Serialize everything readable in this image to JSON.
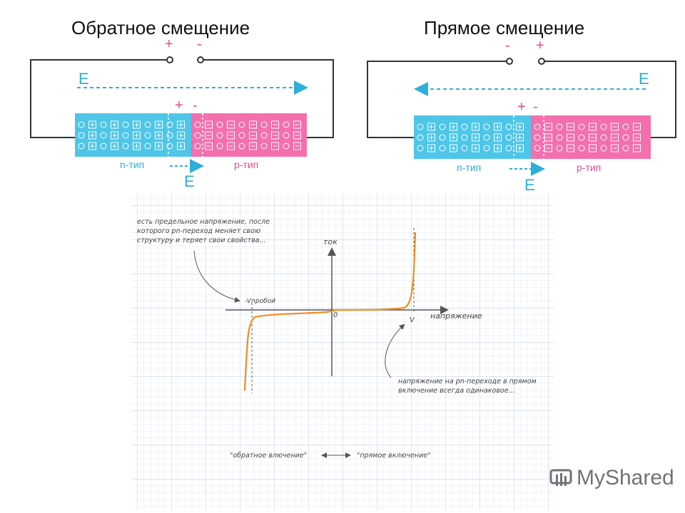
{
  "titles": {
    "reverse": "Обратное смещение",
    "forward": "Прямое смещение"
  },
  "signs": {
    "plus": "+",
    "minus": "-"
  },
  "field_label": "E",
  "regions": {
    "n": "n-тип",
    "p": "p-тип"
  },
  "graph": {
    "y_label": "ток",
    "x_label": "напряжение",
    "origin": "0",
    "v_label": "V",
    "breakdown_label": "-Vпробой",
    "note_top": [
      "есть предельное напряжение, после",
      "которого pn-переход меняет свою",
      "структуру и теряет свои свойства..."
    ],
    "note_bottom": [
      "напряжение на pn-переходе в прямом",
      "включение всегда одинаковое..."
    ],
    "bottom_left": "\"обратное влючение\"",
    "bottom_right": "\"прямое включение\""
  },
  "colors": {
    "n_region": "#4ec6e8",
    "p_region": "#f36fad",
    "arrow": "#2eaed8",
    "sign": "#e24c8e",
    "curve": "#f08d1e",
    "grid": "#c9d6ee"
  },
  "logo": {
    "brand": "MyShared"
  }
}
